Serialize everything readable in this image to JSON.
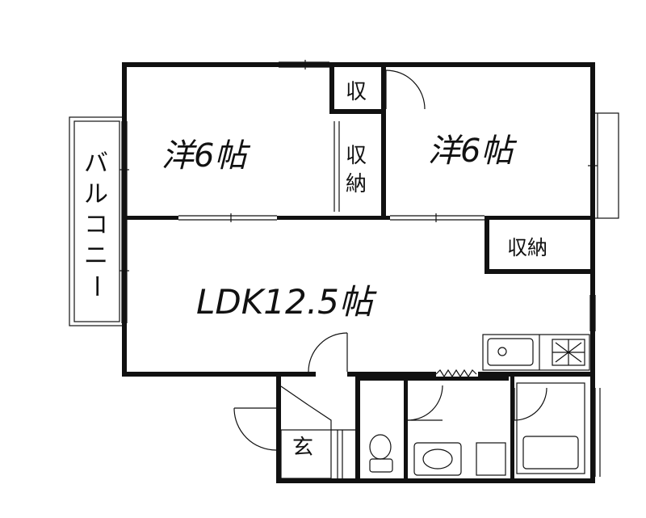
{
  "rooms": {
    "western_left": "洋6帖",
    "western_right": "洋6帖",
    "ldk": "LDK12.5帖",
    "storage_small": "収",
    "closet_mid_line1": "収",
    "closet_mid_line2": "納",
    "closet_right": "収納",
    "entrance": "玄"
  },
  "balcony": {
    "chars": [
      "バ",
      "ル",
      "コ",
      "ニ",
      "ー"
    ]
  }
}
